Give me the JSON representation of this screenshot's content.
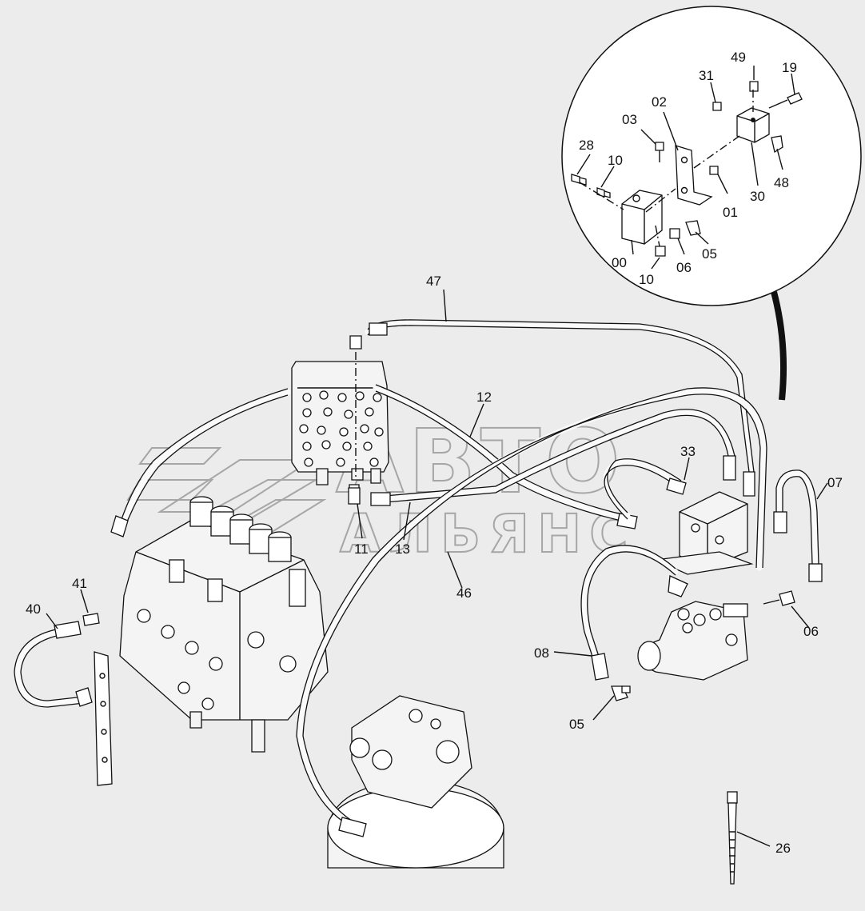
{
  "watermark": {
    "line1": "АВТО",
    "line2": "АЛЬЯНС"
  },
  "colors": {
    "background": "#ececec",
    "ink": "#111111",
    "watermark": "#9a9a9a"
  },
  "part_labels": [
    {
      "id": "lbl-47",
      "text": "47"
    },
    {
      "id": "lbl-12",
      "text": "12"
    },
    {
      "id": "lbl-33",
      "text": "33"
    },
    {
      "id": "lbl-07",
      "text": "07"
    },
    {
      "id": "lbl-11",
      "text": "11"
    },
    {
      "id": "lbl-13",
      "text": "13"
    },
    {
      "id": "lbl-46",
      "text": "46"
    },
    {
      "id": "lbl-41",
      "text": "41"
    },
    {
      "id": "lbl-40",
      "text": "40"
    },
    {
      "id": "lbl-06-main",
      "text": "06"
    },
    {
      "id": "lbl-08",
      "text": "08"
    },
    {
      "id": "lbl-05-main",
      "text": "05"
    },
    {
      "id": "lbl-26",
      "text": "26"
    }
  ],
  "detail_labels": [
    {
      "id": "lbl-49",
      "text": "49"
    },
    {
      "id": "lbl-31",
      "text": "31"
    },
    {
      "id": "lbl-19",
      "text": "19"
    },
    {
      "id": "lbl-02",
      "text": "02"
    },
    {
      "id": "lbl-03",
      "text": "03"
    },
    {
      "id": "lbl-28",
      "text": "28"
    },
    {
      "id": "lbl-10-top",
      "text": "10"
    },
    {
      "id": "lbl-01",
      "text": "01"
    },
    {
      "id": "lbl-30",
      "text": "30"
    },
    {
      "id": "lbl-48",
      "text": "48"
    },
    {
      "id": "lbl-00",
      "text": "00"
    },
    {
      "id": "lbl-06-detail",
      "text": "06"
    },
    {
      "id": "lbl-05-detail",
      "text": "05"
    },
    {
      "id": "lbl-10-bottom",
      "text": "10"
    }
  ]
}
